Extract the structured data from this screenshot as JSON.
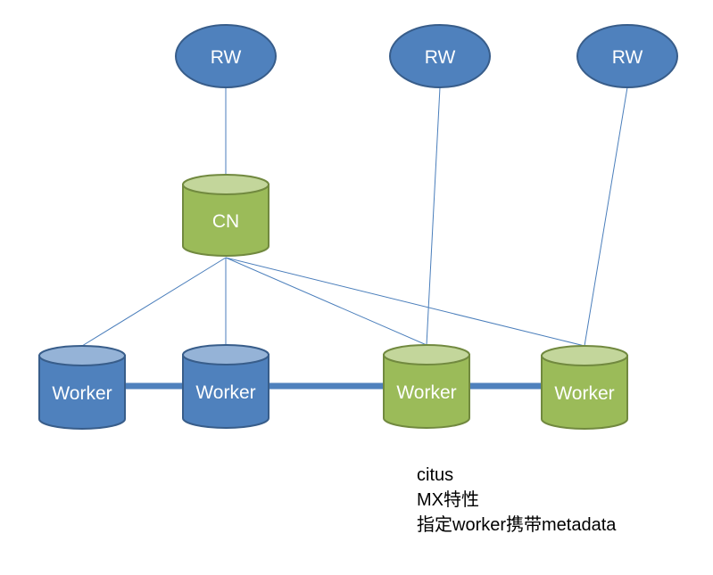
{
  "colors": {
    "blue_fill": "#4f81bd",
    "blue_stroke": "#385d8a",
    "blue_top": "#95b3d7",
    "green_fill": "#9bbb59",
    "green_stroke": "#71893f",
    "green_top": "#c3d69b",
    "thin_line": "#4a7ebb",
    "thick_line": "#4f81bd"
  },
  "nodes": {
    "rw1": {
      "label": "RW",
      "shape": "ellipse",
      "color": "blue"
    },
    "rw2": {
      "label": "RW",
      "shape": "ellipse",
      "color": "blue"
    },
    "rw3": {
      "label": "RW",
      "shape": "ellipse",
      "color": "blue"
    },
    "cn": {
      "label": "CN",
      "shape": "cylinder",
      "color": "green"
    },
    "w1": {
      "label": "Worker",
      "shape": "cylinder",
      "color": "blue"
    },
    "w2": {
      "label": "Worker",
      "shape": "cylinder",
      "color": "blue"
    },
    "w3": {
      "label": "Worker",
      "shape": "cylinder",
      "color": "green"
    },
    "w4": {
      "label": "Worker",
      "shape": "cylinder",
      "color": "green"
    }
  },
  "edges": [
    {
      "from": "rw1",
      "to": "cn",
      "style": "thin"
    },
    {
      "from": "rw2",
      "to": "w3",
      "style": "thin"
    },
    {
      "from": "rw3",
      "to": "w4",
      "style": "thin"
    },
    {
      "from": "cn",
      "to": "w1",
      "style": "thin"
    },
    {
      "from": "cn",
      "to": "w2",
      "style": "thin"
    },
    {
      "from": "cn",
      "to": "w3",
      "style": "thin"
    },
    {
      "from": "cn",
      "to": "w4",
      "style": "thin"
    },
    {
      "from": "w1",
      "to": "w2",
      "style": "thick"
    },
    {
      "from": "w2",
      "to": "w3",
      "style": "thick"
    },
    {
      "from": "w3",
      "to": "w4",
      "style": "thick"
    }
  ],
  "note": {
    "line1": "citus",
    "line2": "MX特性",
    "line3": "指定worker携带metadata"
  }
}
